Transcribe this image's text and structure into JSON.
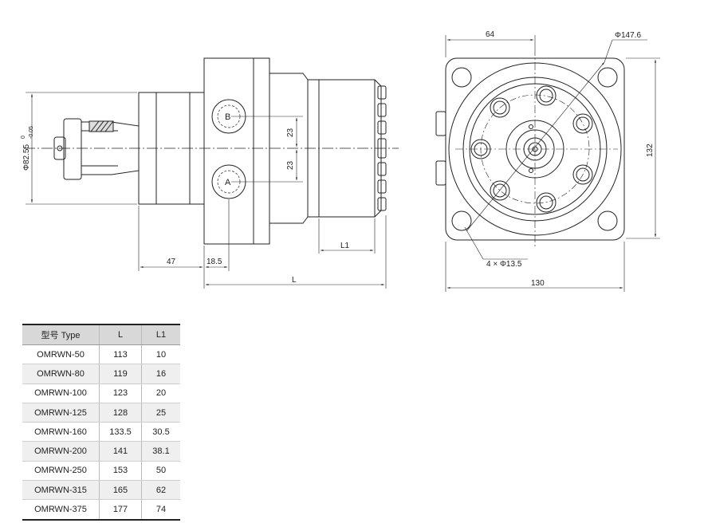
{
  "drawing": {
    "side_view": {
      "dim_flange_dia": "Φ82.55",
      "dim_flange_tol_upper": "0",
      "dim_flange_tol_lower": "-0.05",
      "dim_47": "47",
      "dim_18_5": "18.5",
      "dim_L": "L",
      "dim_L1": "L1",
      "dim_23_upper": "23",
      "dim_23_lower": "23",
      "port_b": "B",
      "port_a": "A"
    },
    "front_view": {
      "dim_64": "64",
      "dim_bolt_circle": "Φ147.6",
      "dim_132": "132",
      "dim_130": "130",
      "dim_holes": "4 × Φ13.5"
    }
  },
  "table": {
    "headers": [
      "型号 Type",
      "L",
      "L1"
    ],
    "rows": [
      [
        "OMRWN-50",
        "113",
        "10"
      ],
      [
        "OMRWN-80",
        "119",
        "16"
      ],
      [
        "OMRWN-100",
        "123",
        "20"
      ],
      [
        "OMRWN-125",
        "128",
        "25"
      ],
      [
        "OMRWN-160",
        "133.5",
        "30.5"
      ],
      [
        "OMRWN-200",
        "141",
        "38.1"
      ],
      [
        "OMRWN-250",
        "153",
        "50"
      ],
      [
        "OMRWN-315",
        "165",
        "62"
      ],
      [
        "OMRWN-375",
        "177",
        "74"
      ]
    ]
  }
}
